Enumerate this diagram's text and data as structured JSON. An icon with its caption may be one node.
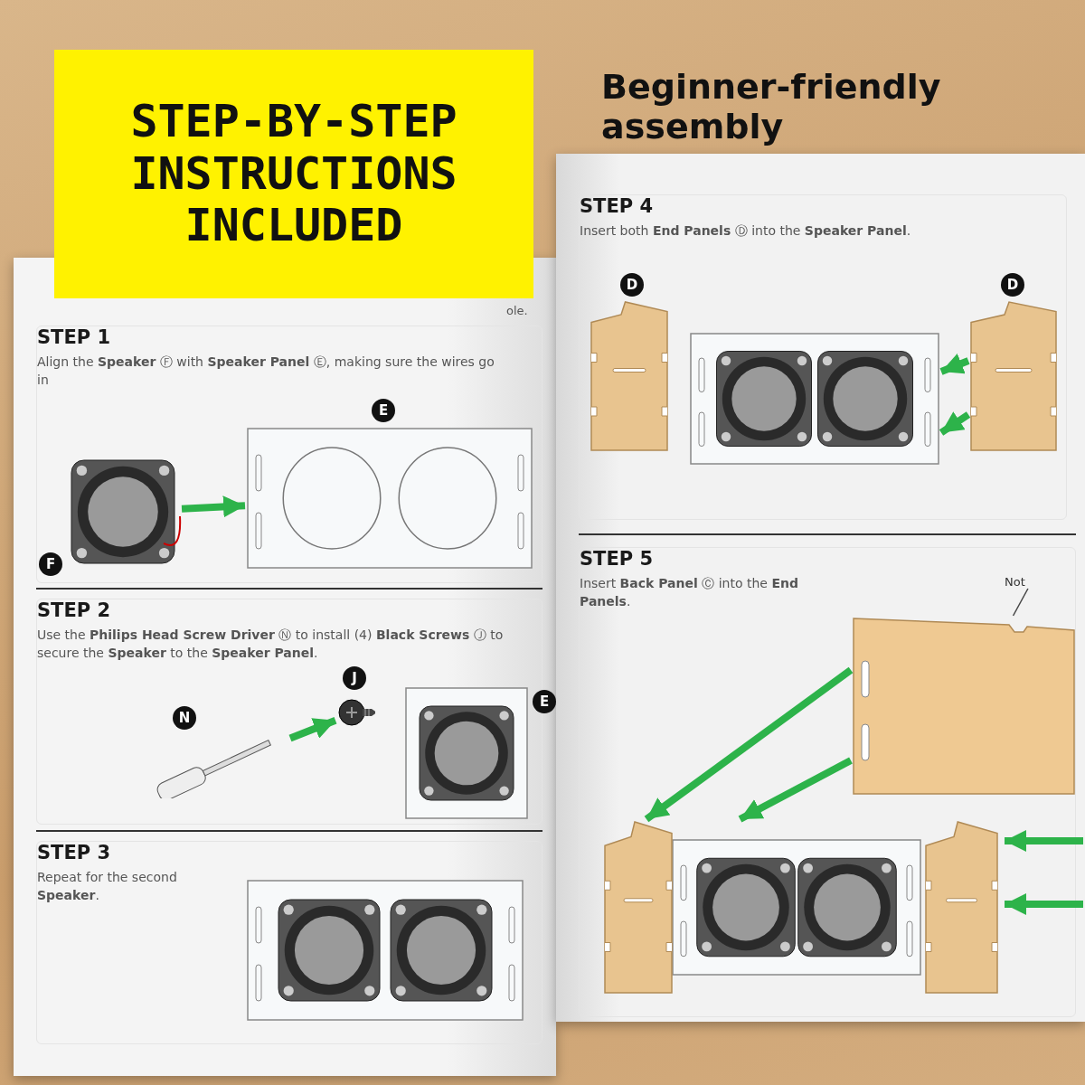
{
  "diagram": {
    "title": "STEP-BY-STEP INSTRUCTIONS INCLUDED",
    "nodes": [
      {
        "text": [
          "STEP 1",
          "Align the **Speaker** Ⓕ with **Speaker Panel** Ⓔ, making sure the wires go in"
        ]
      },
      {
        "text": [],
        "shape": "picture",
        "in": 0,
        "beside": [
          "F"
        ]
      },
      {
        "text": [],
        "shape": "picture",
        "in": 0,
        "beside": [
          "E"
        ]
      },
      {
        "text": [
          "STEP 2",
          "Use the **Philips Head Screw Driver** Ⓝ to install (4) **Black Screws** Ⓙ to secure the **Speaker** to the **Speaker Panel**."
        ]
      },
      {
        "text": [],
        "shape": "picture",
        "in": 3,
        "beside": [
          "N"
        ]
      },
      {
        "text": [],
        "shape": "picture",
        "in": 3,
        "beside": [
          "J"
        ]
      },
      {
        "text": [],
        "shape": "picture",
        "in": 3,
        "beside": [
          "E"
        ]
      },
      {
        "text": [
          "STEP 3",
          "Repeat for the second **Speaker**."
        ]
      },
      {
        "text": [],
        "shape": "picture",
        "in": 7
      },
      {
        "text": [
          "STEP 4",
          "Insert both **End Panels** Ⓓ into the **Speaker Panel**."
        ]
      },
      {
        "text": [],
        "shape": "picture",
        "in": 9,
        "beside": [
          "D"
        ]
      },
      {
        "text": [],
        "shape": "picture",
        "in": 9
      },
      {
        "text": [],
        "shape": "picture",
        "in": 9,
        "beside": [
          "D"
        ]
      },
      {
        "text": [
          "STEP 5",
          "Insert **Back Panel** Ⓒ into the **End Panels**."
        ]
      },
      {
        "text": [],
        "shape": "picture",
        "in": 13
      },
      {
        "text": [],
        "shape": "picture",
        "in": 13
      },
      {
        "text": [
          "Not"
        ],
        "in": 13
      }
    ],
    "edges": [
      {
        "from": 1,
        "to": 2,
        "arrow": "to"
      },
      {
        "from": 4,
        "to": 5,
        "arrow": "to"
      },
      {
        "from": 12,
        "to": 11,
        "arrow": "to"
      },
      {
        "from": 12,
        "to": 11,
        "arrow": "to"
      },
      {
        "from": 14,
        "to": 15,
        "arrow": "to"
      },
      {
        "from": 14,
        "to": 15,
        "arrow": "to"
      },
      {
        "from": null,
        "to": 15,
        "arrow": "to"
      },
      {
        "from": null,
        "to": 15,
        "arrow": "to"
      },
      {
        "from": 16,
        "to": 14,
        "arrow": "none",
        "color": "#444444"
      }
    ],
    "labels": [
      "Beginner-friendly assembly",
      "ole."
    ]
  }
}
